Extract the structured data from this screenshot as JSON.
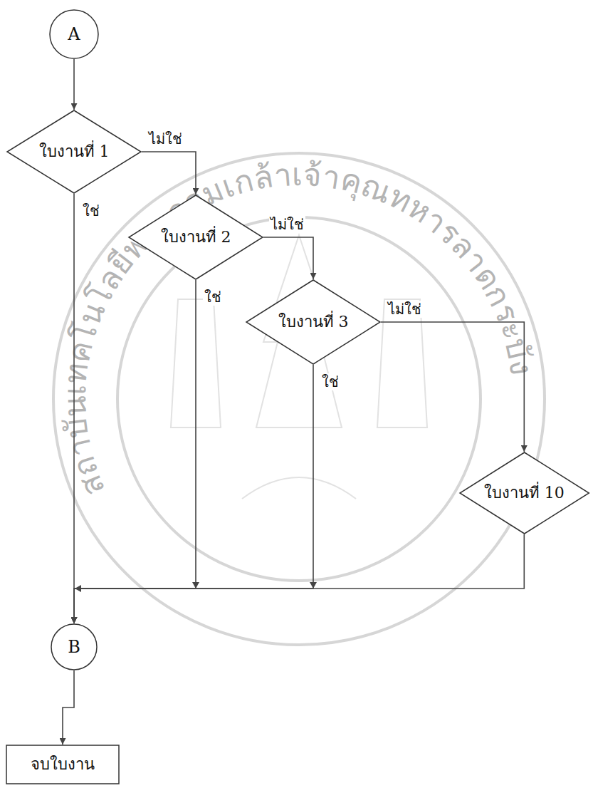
{
  "diagram": {
    "nodes": [
      {
        "text": [
          "A"
        ]
      },
      {
        "text": [
          "ใบงานที่ 1"
        ]
      },
      {
        "text": [
          "ใบงานที่ 2"
        ]
      },
      {
        "text": [
          "ใบงานที่ 3"
        ]
      },
      {
        "text": [
          "ใบงานที่ 10"
        ]
      },
      {
        "text": [
          "B"
        ]
      },
      {
        "text": [
          "จบใบงาน"
        ]
      }
    ],
    "edges": [
      {
        "from": 0,
        "to": 1,
        "arrow": "to"
      },
      {
        "from": 1,
        "to": 2,
        "label": "ไม่ใช่",
        "arrow": "to"
      },
      {
        "from": 1,
        "to": 5,
        "label": "ใช่",
        "arrow": "to"
      },
      {
        "from": 2,
        "to": 3,
        "label": "ไม่ใช่",
        "arrow": "to"
      },
      {
        "from": 2,
        "to": 5,
        "label": "ใช่",
        "arrow": "to"
      },
      {
        "from": 3,
        "to": 4,
        "label": "ไม่ใช่",
        "arrow": "to"
      },
      {
        "from": 3,
        "to": 5,
        "label": "ใช่",
        "arrow": "to"
      },
      {
        "from": 4,
        "to": 5,
        "arrow": "to"
      },
      {
        "from": 5,
        "to": 6,
        "arrow": "to"
      }
    ],
    "labels": [
      "สถาบันเทคโนโลยีพระจอมเกล้าเจ้าคุณทหารลาดกระบัง"
    ]
  }
}
